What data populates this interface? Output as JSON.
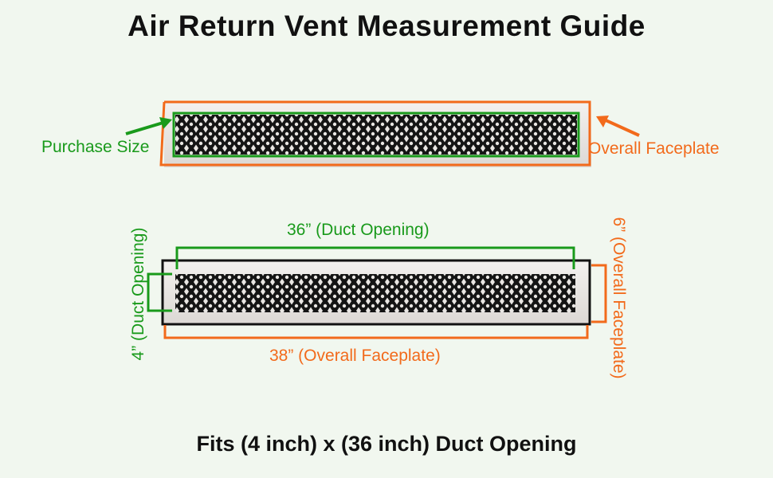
{
  "title": "Air Return Vent Measurement Guide",
  "top_diagram": {
    "purchase_size_label": "Purchase Size",
    "overall_faceplate_label": "Overall Faceplate"
  },
  "bottom_diagram": {
    "width_duct_label": "36” (Duct Opening)",
    "width_faceplate_label": "38” (Overall Faceplate)",
    "height_duct_label": "4” (Duct Opening)",
    "height_faceplate_label": "6” (Overall Faceplate)"
  },
  "footer": "Fits (4 inch) x (36 inch) Duct Opening",
  "colors": {
    "green": "#199a1b",
    "orange": "#f26a1b",
    "vent_face": "#e9e6e3",
    "grille": "#141414"
  }
}
